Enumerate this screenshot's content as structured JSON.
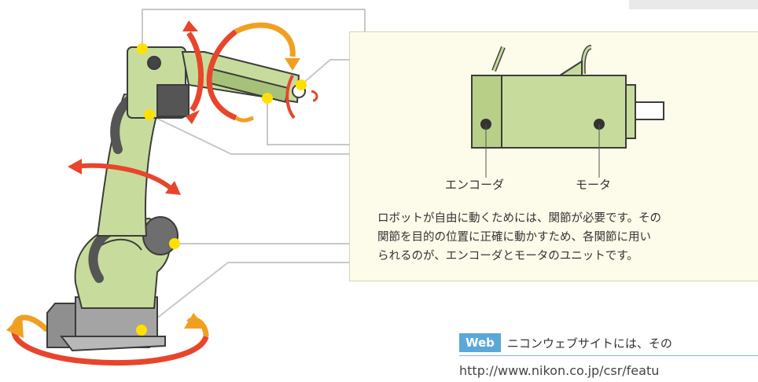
{
  "panel": {
    "label_encoder": "エンコーダ",
    "label_motor": "モータ",
    "description_lines": [
      "ロボットが自由に動くためには、関節が必要です。その",
      "関節を目的の位置に正確に動かすため、各関節に用い",
      "られるのが、エンコーダとモータのユニットです。"
    ]
  },
  "web": {
    "badge": "Web",
    "text": "ニコンウェブサイトには、その",
    "url": "http://www.nikon.co.jp/csr/featu"
  },
  "colors": {
    "robot_green": "#c7dc9c",
    "robot_outline": "#3c3c3c",
    "arrow_red": "#e8452c",
    "arrow_orange": "#f0a020",
    "joint_dot": "#ffe000",
    "panel_bg": "#fdfbea",
    "web_badge": "#5aa8d8"
  }
}
